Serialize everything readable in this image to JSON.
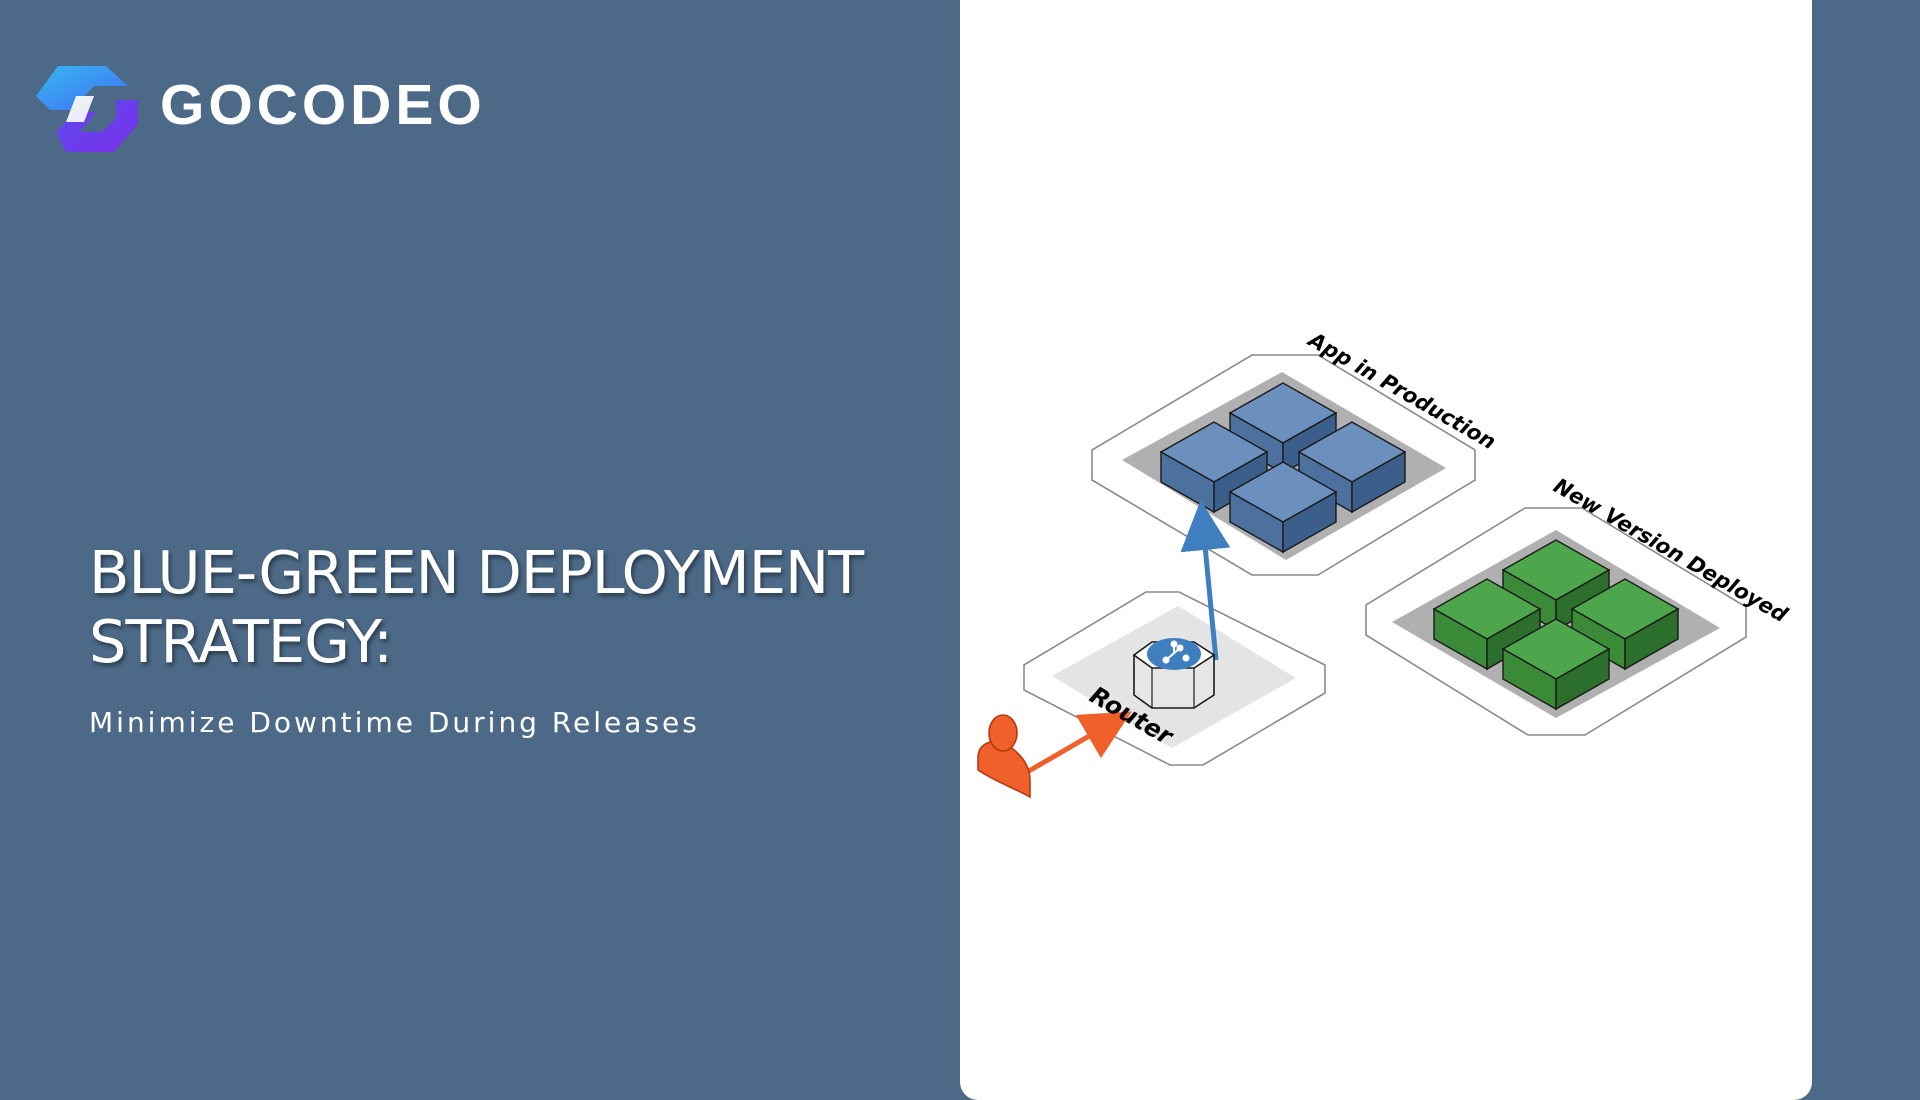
{
  "brand": {
    "name": "GOCODEO"
  },
  "hero": {
    "title_line1": "BLUE-GREEN DEPLOYMENT",
    "title_line2": "STRATEGY:",
    "subtitle": "Minimize Downtime During Releases"
  },
  "diagram": {
    "labels": {
      "production": "App in Production",
      "new_version": "New Version Deployed",
      "router": "Router"
    },
    "colors": {
      "blue_block": "#6b90bd",
      "green_block": "#4ea64c",
      "traffic_arrow": "#f0602a",
      "route_arrow": "#3f7fc0",
      "user": "#f0602a"
    },
    "icons": [
      "user-icon",
      "router-icon",
      "git-branch-icon"
    ]
  }
}
